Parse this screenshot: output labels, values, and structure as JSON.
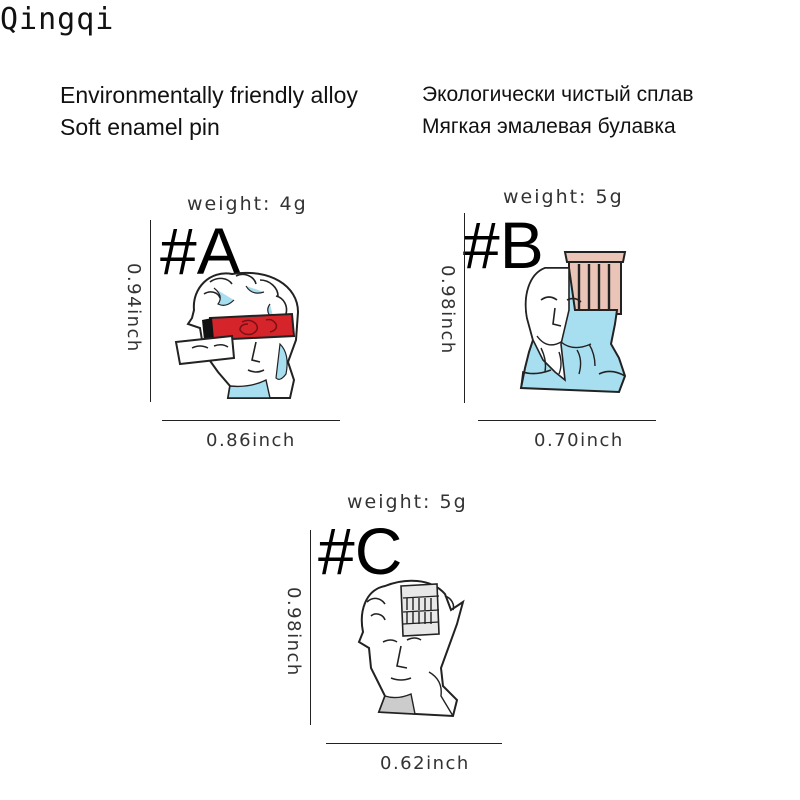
{
  "brand": "Qingqi",
  "description": {
    "en_line1": "Environmentally friendly alloy",
    "en_line2": "Soft enamel pin",
    "ru_line1": "Экологически чистый сплав",
    "ru_line2": "Мягкая эмалевая булавка"
  },
  "pins": [
    {
      "label": "#A",
      "weight": "weight: 4g",
      "height": "0.94inch",
      "width": "0.86inch"
    },
    {
      "label": "#B",
      "weight": "weight: 5g",
      "height": "0.98inch",
      "width": "0.70inch"
    },
    {
      "label": "#C",
      "weight": "weight: 5g",
      "height": "0.98inch",
      "width": "0.62inch"
    }
  ],
  "colors": {
    "blue_enamel": "#a8dff0",
    "red_enamel": "#d6242b",
    "pink_enamel": "#e9c4b7",
    "outline": "#222222"
  }
}
